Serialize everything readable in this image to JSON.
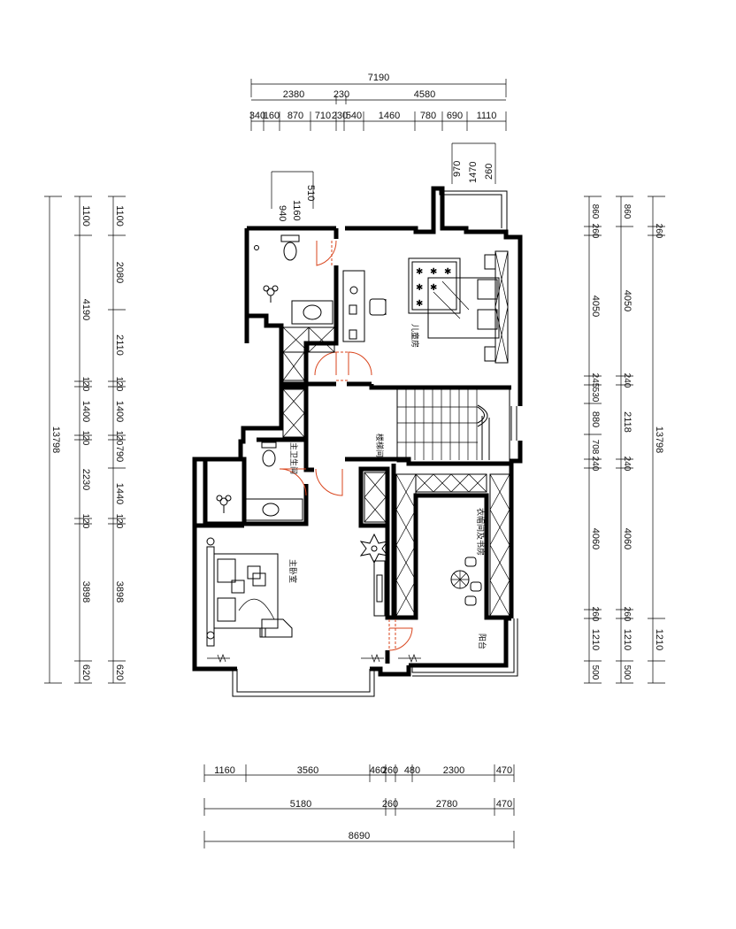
{
  "dimensions": {
    "top_total": "7190",
    "top_mid": [
      "2380",
      "230",
      "4580"
    ],
    "top_detail": [
      "340",
      "160",
      "870",
      "710",
      "230",
      "540",
      "1460",
      "780",
      "690",
      "1110"
    ],
    "top_right_stack": [
      "970",
      "1470",
      "260"
    ],
    "top_left_stack": [
      "940",
      "1160",
      "510"
    ],
    "left_total": "13798",
    "left_outer": [
      "1100",
      "4190",
      "120",
      "1400",
      "120",
      "2230",
      "120",
      "3898",
      "620"
    ],
    "left_inner": [
      "1100",
      "2080",
      "2110",
      "120",
      "1400",
      "120",
      "790",
      "1440",
      "120",
      "3898",
      "620"
    ],
    "right_inner": [
      "860",
      "260",
      "4050",
      "245",
      "530",
      "880",
      "708",
      "240",
      "4060",
      "260",
      "1210",
      "500"
    ],
    "right_outer": [
      "860",
      "4050",
      "240",
      "2118",
      "240",
      "4060",
      "260",
      "1210",
      "500"
    ],
    "right_marker": "260",
    "right_total": "13798",
    "bottom_row1": [
      "1160",
      "3560",
      "460",
      "260",
      "480",
      "2300",
      "470"
    ],
    "bottom_row2": [
      "5180",
      "260",
      "2780",
      "470"
    ],
    "bottom_total": "8690"
  },
  "rooms": {
    "children_room": "儿童房",
    "stairwell": "楼梯间",
    "master_bath": "主卫生间",
    "master_bedroom": "主卧室",
    "closet_study": "衣帽间及书房",
    "balcony": "阳台"
  }
}
